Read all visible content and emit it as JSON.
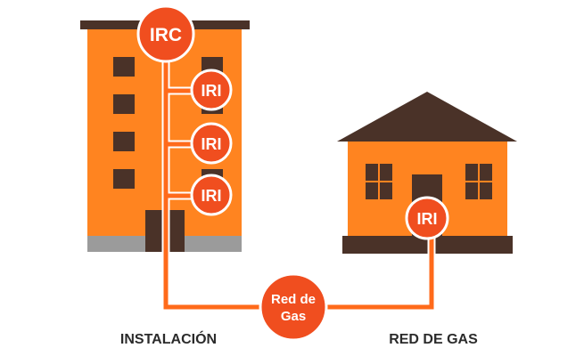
{
  "colors": {
    "orange": "#ff8420",
    "pipe": "#ff6a1a",
    "node": "#f04e1f",
    "dark": "#4a3228",
    "gray": "#9b9b9b",
    "white": "#ffffff"
  },
  "labels": {
    "irc": "IRC",
    "iri_1": "IRI",
    "iri_2": "IRI",
    "iri_3": "IRI",
    "iri_house": "IRI",
    "red_gas_line1": "Red de",
    "red_gas_line2": "Gas",
    "caption_left": "INSTALACIÓN",
    "caption_right": "RED DE GAS"
  },
  "icons": {
    "building": "apartment-building-icon",
    "house": "house-icon"
  }
}
